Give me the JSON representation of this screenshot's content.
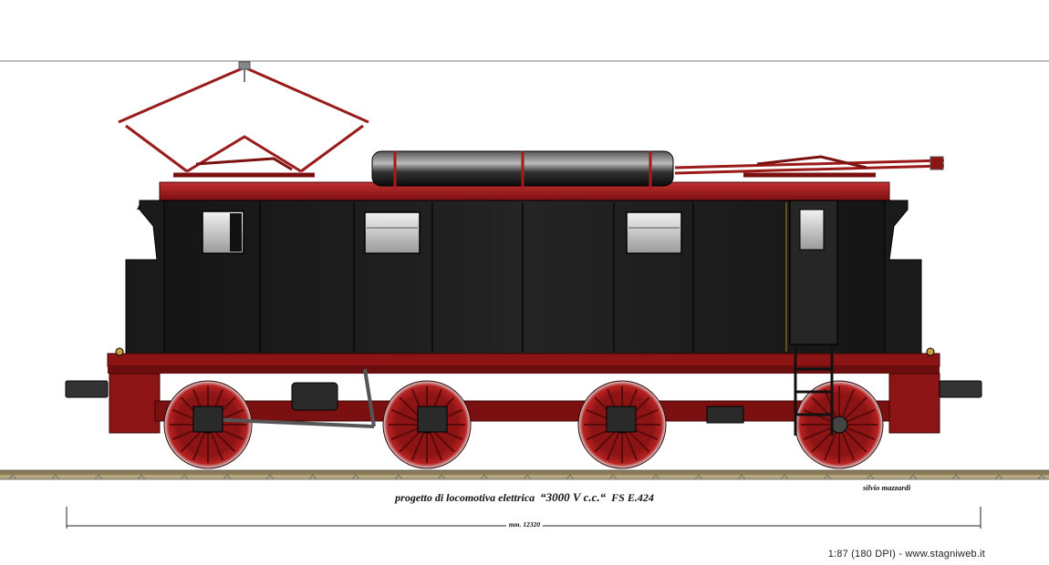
{
  "caption": {
    "prefix": "progetto di locomotiva elettrica",
    "voltage": "“3000 V c.c.“",
    "model": "FS E.424"
  },
  "author": "silvio mazzardi",
  "dimension": "mm. 12320",
  "scale_credit": "1:87 (180 DPI) - www.stagniweb.it",
  "colors": {
    "body": "#1c1c1c",
    "frame_red": "#8c1414",
    "roof_red": "#a51a1a",
    "rail": "#7a6a4a"
  }
}
